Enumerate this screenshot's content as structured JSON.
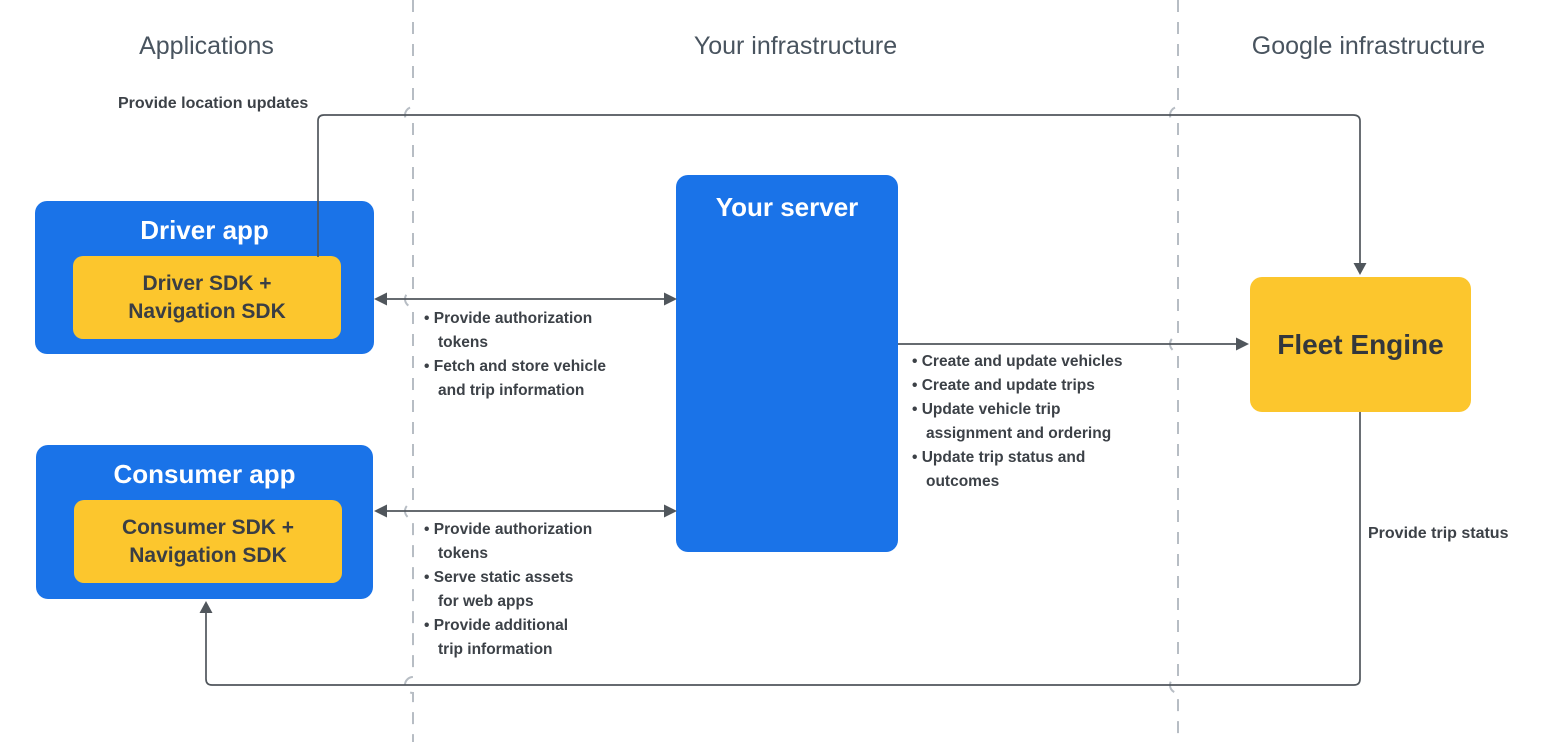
{
  "colors": {
    "blue": "#1a73e8",
    "yellow": "#fcc62d",
    "line": "#50565c",
    "divider": "#b7bdc4",
    "ink": "#3c4147",
    "header": "#49545f"
  },
  "columns": [
    {
      "label": "Applications"
    },
    {
      "label": "Your infrastructure"
    },
    {
      "label": "Google infrastructure"
    }
  ],
  "edge_labels": {
    "location_updates": "Provide location updates",
    "trip_status": "Provide trip status"
  },
  "boxes": {
    "driver_app": {
      "title": "Driver app",
      "sdk": "Driver SDK +\nNavigation SDK"
    },
    "consumer_app": {
      "title": "Consumer app",
      "sdk": "Consumer SDK +\nNavigation SDK"
    },
    "your_server": {
      "title": "Your server"
    },
    "fleet_engine": {
      "title": "Fleet Engine"
    }
  },
  "bullet_lists": {
    "driver_server": [
      "Provide authorization\ntokens",
      "Fetch and store vehicle\nand trip information"
    ],
    "consumer_server": [
      "Provide authorization\ntokens",
      "Serve static assets\nfor web apps",
      "Provide additional\ntrip information"
    ],
    "server_fleet": [
      "Create and update vehicles",
      "Create and update trips",
      "Update vehicle trip\nassignment and ordering",
      "Update trip status and\noutcomes"
    ]
  }
}
